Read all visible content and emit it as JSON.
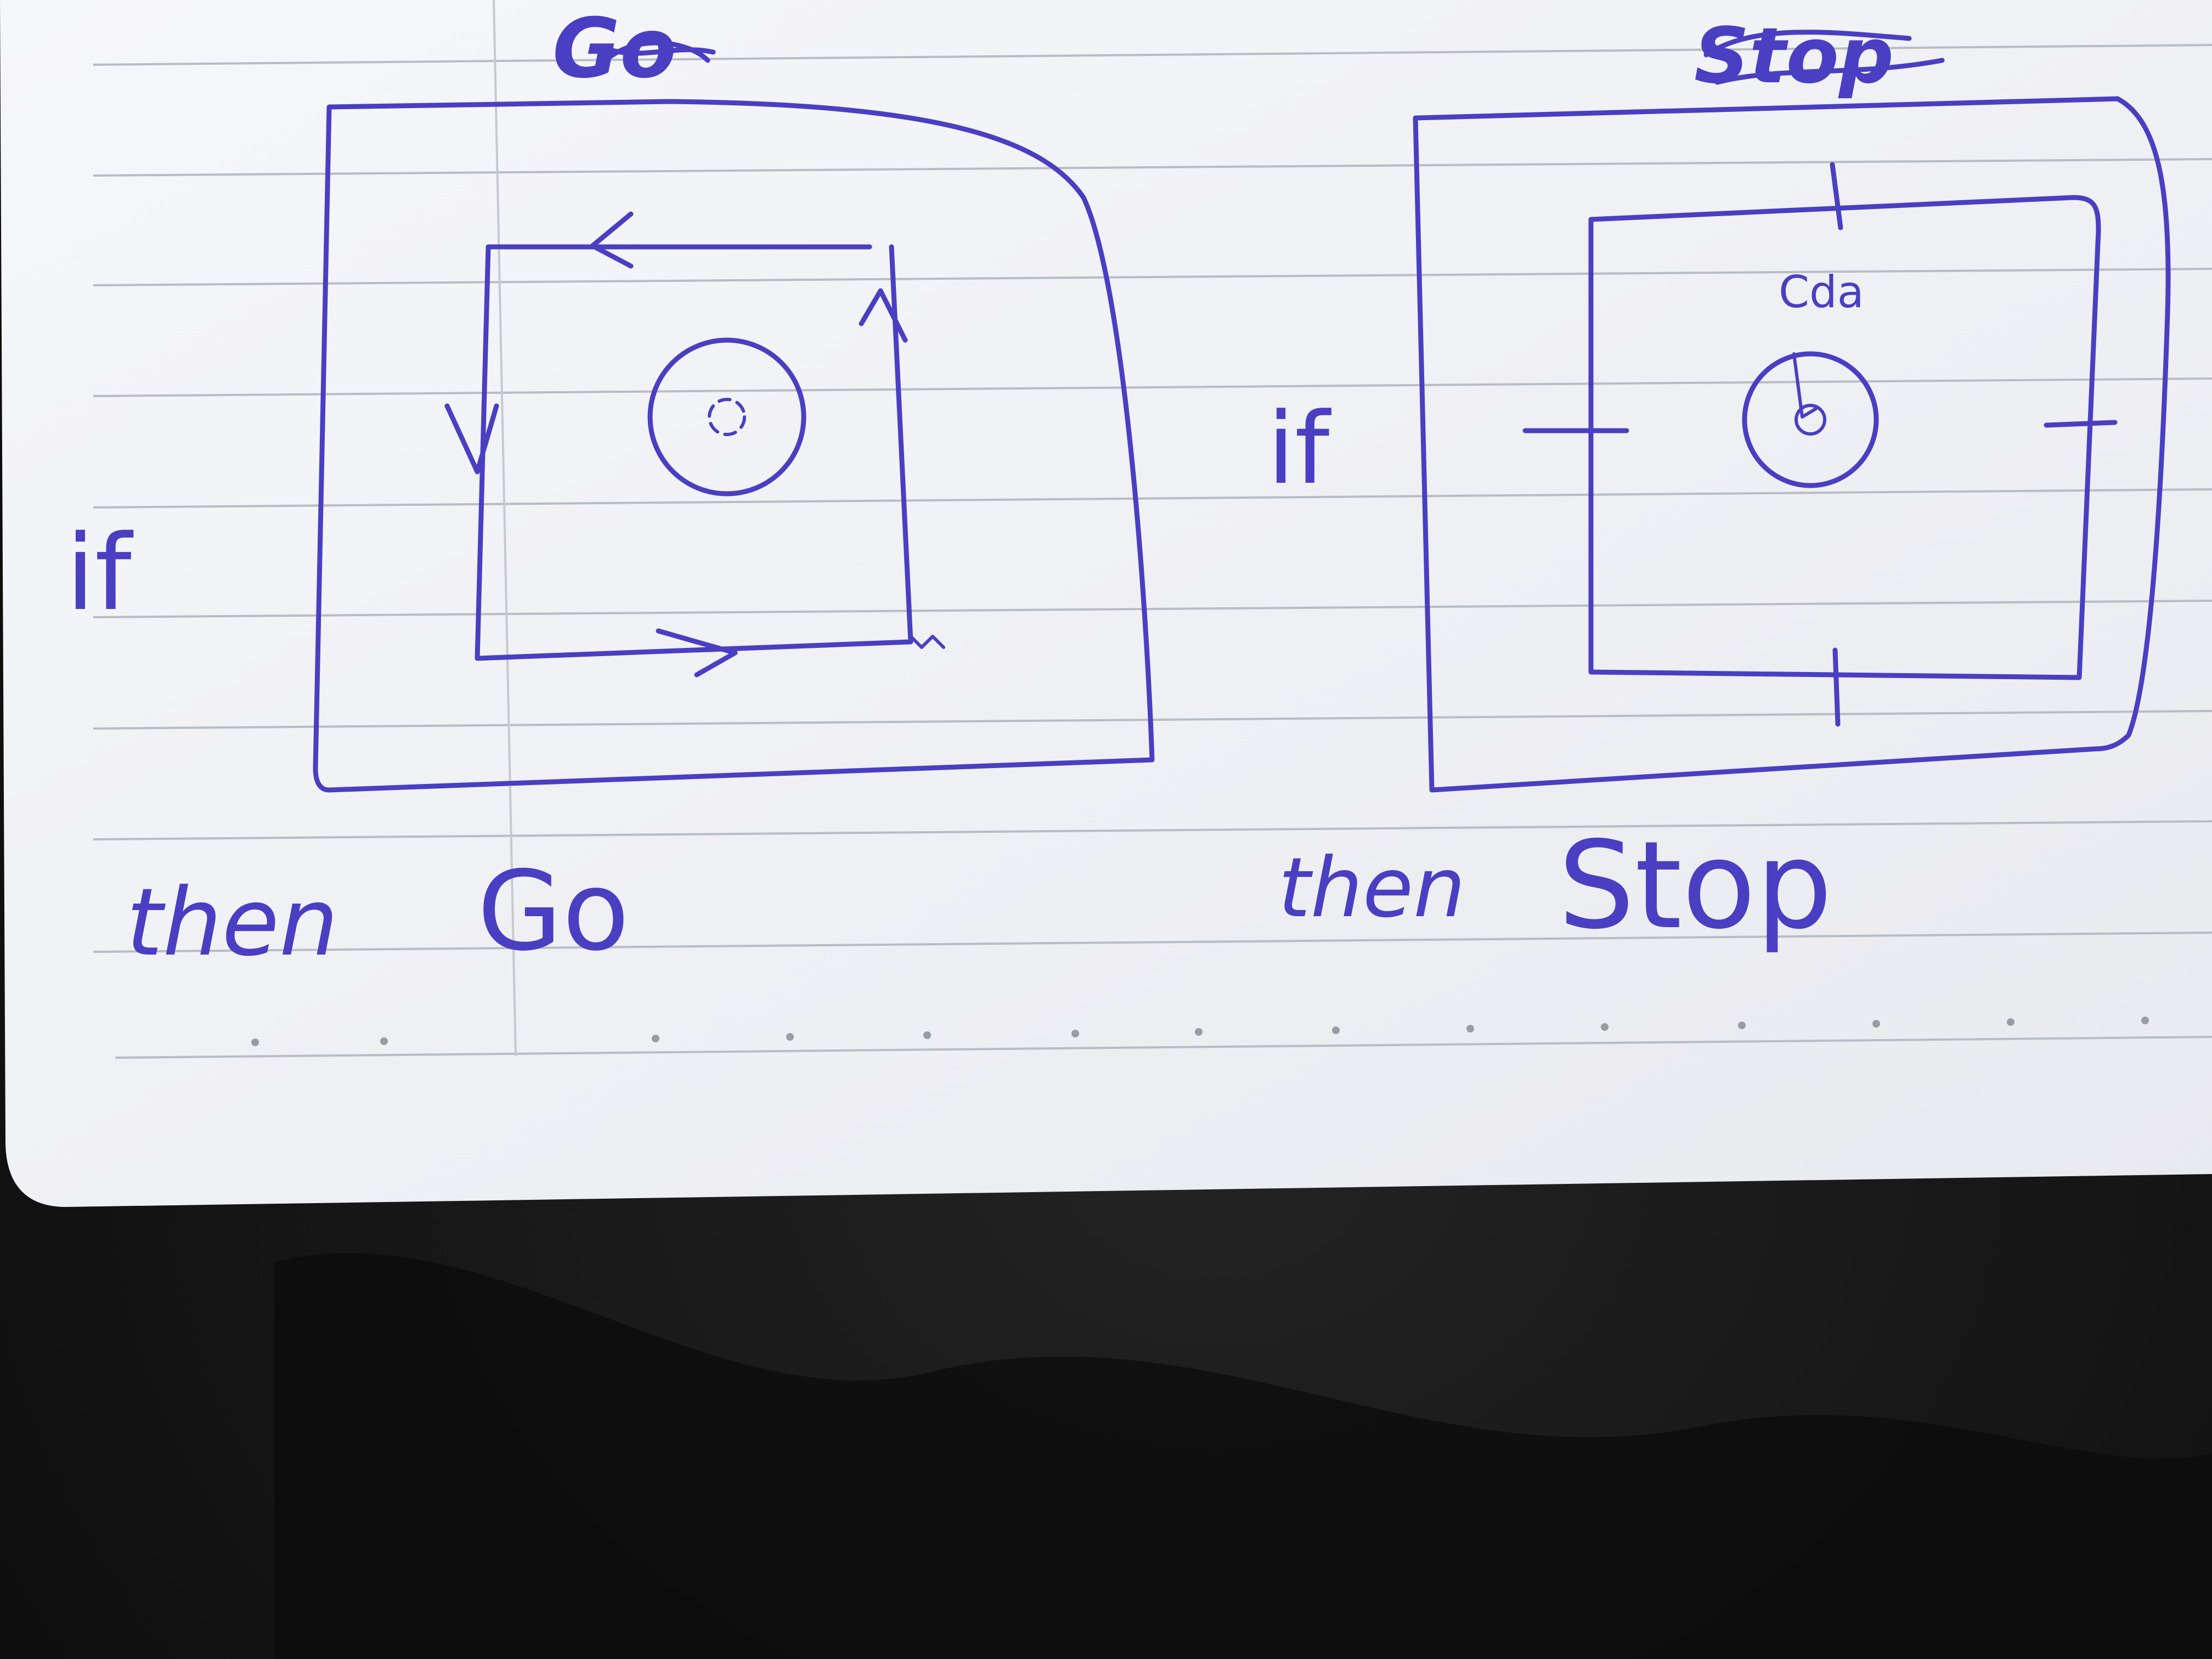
{
  "panels": {
    "go": {
      "title": "Go",
      "condition_label": "if",
      "result_label": "then",
      "result_value": "Go"
    },
    "stop": {
      "title": "Stop",
      "condition_label": "if",
      "center_label": "Cda",
      "result_label": "then",
      "result_value": "Stop"
    }
  },
  "colors": {
    "ink": "#4a3fc2",
    "paper": "#f4f5f8",
    "rules": "#b9bcc4",
    "background": "#141414"
  }
}
